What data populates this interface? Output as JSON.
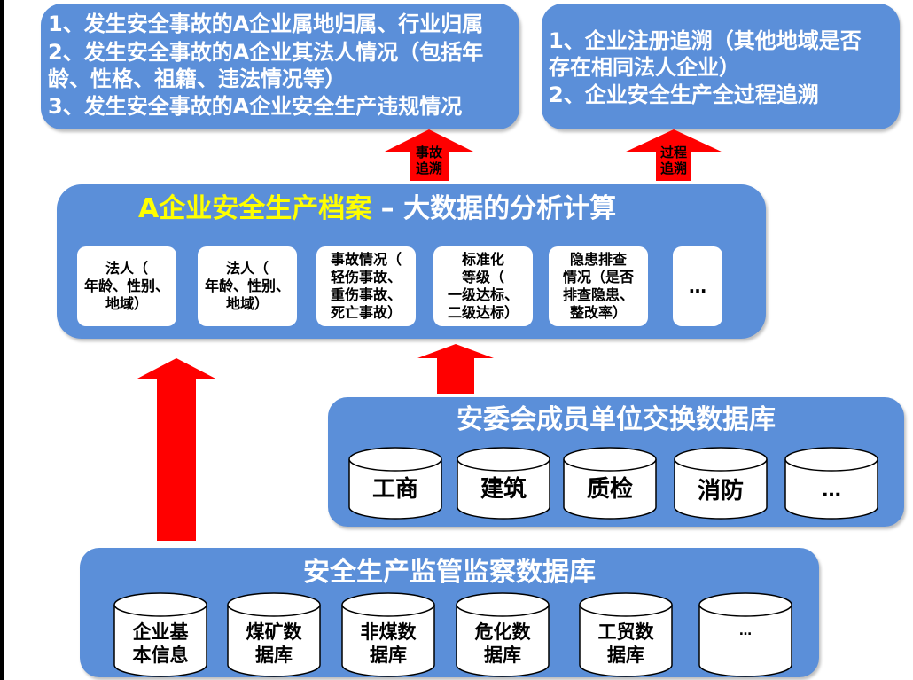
{
  "top_left_panel": {
    "line1": "1、发生安全事故的A企业属地归属、行业归属",
    "line2": "2、发生安全事故的A企业其法人情况（包括年",
    "line3": "龄、性格、祖籍、违法情况等）",
    "line4": "3、发生安全事故的A企业安全生产违规情况"
  },
  "top_right_panel": {
    "line1": "1、企业注册追溯（其他地域是否",
    "line2": "存在相同法人企业）",
    "line3": "2、企业安全生产全过程追溯"
  },
  "arrows": {
    "accident_trace": "事故\n追溯",
    "process_trace": "过程\n追溯"
  },
  "archive_panel": {
    "title_prefix": "A企业安全生产档案",
    "title_suffix": " – 大数据的分析计算",
    "prefix_color": "#ffff00",
    "cards": [
      "法人（\n年龄、性别、\n地域）",
      "法人（\n年龄、性别、\n地域）",
      "事故情况（\n轻伤事故、\n重伤事故、\n死亡事故）",
      "标准化\n等级（\n一级达标、\n二级达标）",
      "隐患排查\n情况（是否\n排查隐患、\n整改率）",
      "…"
    ]
  },
  "exchange_db_panel": {
    "title": "安委会成员单位交换数据库",
    "items": [
      "工商",
      "建筑",
      "质检",
      "消防",
      "…"
    ]
  },
  "supervision_db_panel": {
    "title": "安全生产监管监察数据库",
    "items": [
      "企业基\n本信息",
      "煤矿数\n据库",
      "非煤数\n据库",
      "危化数\n据库",
      "工贸数\n据库",
      "…"
    ]
  },
  "colors": {
    "panel_blue": "#5b8fd9",
    "arrow_red": "#ff0000"
  }
}
